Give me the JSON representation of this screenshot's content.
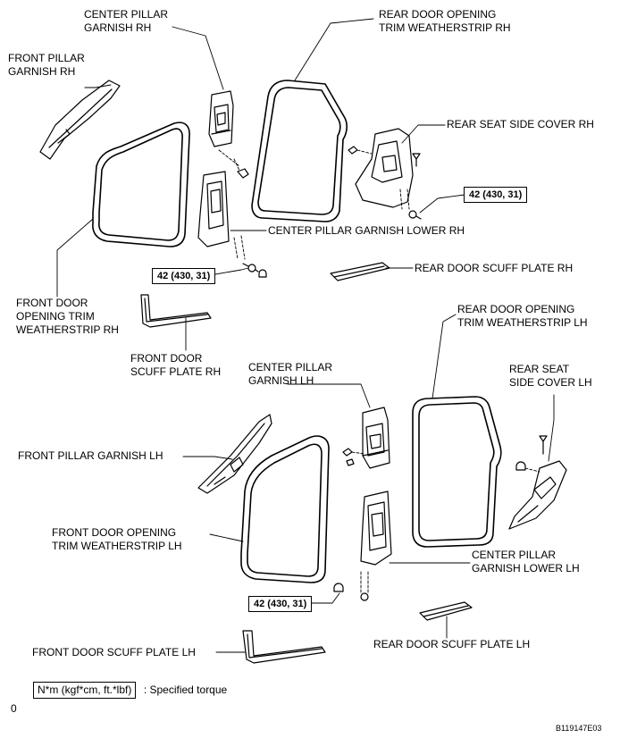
{
  "labels": {
    "center_pillar_garnish_rh": [
      "CENTER PILLAR",
      "GARNISH RH"
    ],
    "rear_door_trim_rh": [
      "REAR DOOR OPENING",
      "TRIM WEATHERSTRIP RH"
    ],
    "front_pillar_garnish_rh": [
      "FRONT PILLAR",
      "GARNISH RH"
    ],
    "rear_seat_side_cover_rh": "REAR SEAT SIDE COVER RH",
    "center_pillar_lower_rh": "CENTER PILLAR GARNISH LOWER RH",
    "rear_door_scuff_rh": "REAR DOOR SCUFF PLATE RH",
    "front_door_trim_rh": [
      "FRONT DOOR",
      "OPENING TRIM",
      "WEATHERSTRIP RH"
    ],
    "front_door_scuff_rh": [
      "FRONT DOOR",
      "SCUFF PLATE RH"
    ],
    "rear_door_trim_lh": [
      "REAR DOOR OPENING",
      "TRIM WEATHERSTRIP LH"
    ],
    "center_pillar_garnish_lh": [
      "CENTER PILLAR",
      "GARNISH LH"
    ],
    "rear_seat_side_cover_lh": [
      "REAR SEAT",
      "SIDE COVER LH"
    ],
    "front_pillar_garnish_lh": "FRONT PILLAR GARNISH LH",
    "front_door_trim_lh": [
      "FRONT DOOR OPENING",
      "TRIM WEATHERSTRIP LH"
    ],
    "center_pillar_lower_lh": [
      "CENTER PILLAR",
      "GARNISH LOWER LH"
    ],
    "rear_door_scuff_lh": "REAR DOOR SCUFF PLATE LH",
    "front_door_scuff_lh": "FRONT DOOR SCUFF PLATE LH"
  },
  "torque_value": "42 (430, 31)",
  "legend": {
    "unit": "N*m (kgf*cm, ft.*lbf)",
    "text": ": Specified torque"
  },
  "bottom_left_mark": "0",
  "figure_code": "B119147E03"
}
